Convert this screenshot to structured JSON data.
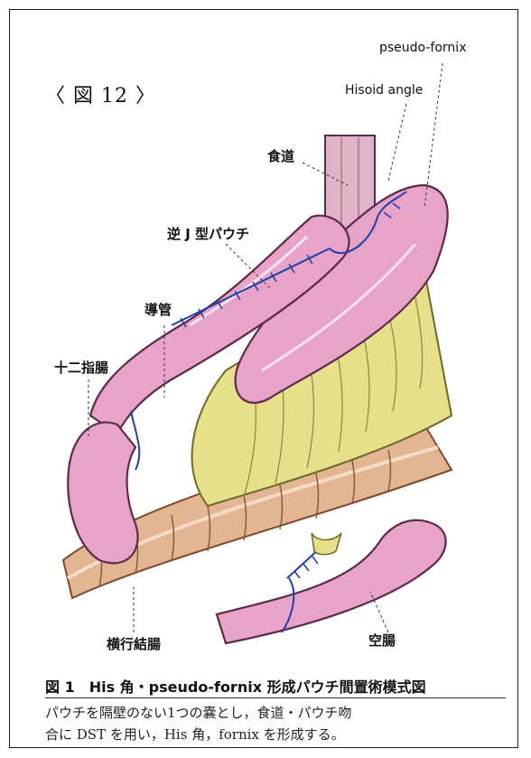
{
  "figure_number": "〈 図 12 〉",
  "labels": {
    "pseudo_fornix": "pseudo-fornix",
    "hisoid_angle": "Hisoid angle",
    "esophagus": "食道",
    "inverted_j_pouch": "逆 J 型パウチ",
    "duct": "導管",
    "duodenum": "十二指腸",
    "transverse_colon": "横行結腸",
    "jejunum": "空腸"
  },
  "caption": "図 1　His 角・pseudo-fornix 形成パウチ間置術模式図",
  "description_line1": "パウチを隔壁のない1つの嚢とし，食道・パウチ吻",
  "description_line2": "合に DST を用い，His 角，fornix を形成する。",
  "colors": {
    "pouch_pink": "#e7a3c8",
    "pouch_outline": "#5a2b4a",
    "omentum_yellow": "#e6e08a",
    "colon_tan": "#e3b593",
    "staple_blue": "#1e3fa8"
  }
}
